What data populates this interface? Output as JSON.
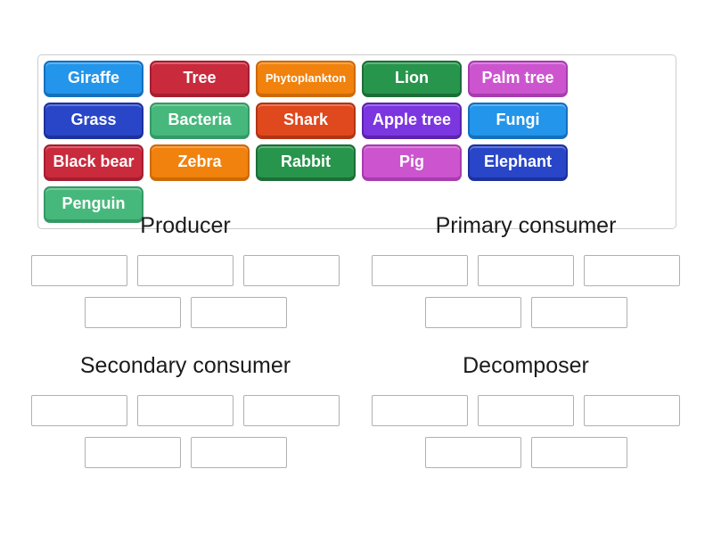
{
  "palette": {
    "blue": {
      "bg": "#2395EA",
      "border": "#1470BE"
    },
    "crimson": {
      "bg": "#C92A3C",
      "border": "#A51E30"
    },
    "orange": {
      "bg": "#F0820D",
      "border": "#CE6A06"
    },
    "green": {
      "bg": "#28954C",
      "border": "#1C6E38"
    },
    "orchid": {
      "bg": "#CC55CF",
      "border": "#A83BAE"
    },
    "royal_blue": {
      "bg": "#2946C8",
      "border": "#1C319E"
    },
    "sea_green": {
      "bg": "#47B87C",
      "border": "#349A65"
    },
    "red_orange": {
      "bg": "#E0481D",
      "border": "#B23413"
    },
    "purple": {
      "bg": "#7B36E0",
      "border": "#5C23AE"
    }
  },
  "ui": {
    "background": "#FFFFFF",
    "tray_border": "#CCCCCC",
    "slot_border": "#B0B0B0",
    "header_text": "#1B1B1B",
    "tile_text": "#FFFFFF"
  },
  "tray": {
    "tiles": [
      {
        "label": "Giraffe",
        "color": "blue"
      },
      {
        "label": "Tree",
        "color": "crimson"
      },
      {
        "label": "Phytoplankton",
        "color": "orange"
      },
      {
        "label": "Lion",
        "color": "green"
      },
      {
        "label": "Palm tree",
        "color": "orchid"
      },
      {
        "label": "Grass",
        "color": "royal_blue"
      },
      {
        "label": "Bacteria",
        "color": "sea_green"
      },
      {
        "label": "Shark",
        "color": "red_orange"
      },
      {
        "label": "Apple tree",
        "color": "purple"
      },
      {
        "label": "Fungi",
        "color": "blue"
      },
      {
        "label": "Black bear",
        "color": "crimson"
      },
      {
        "label": "Zebra",
        "color": "orange"
      },
      {
        "label": "Rabbit",
        "color": "green"
      },
      {
        "label": "Pig",
        "color": "orchid"
      },
      {
        "label": "Elephant",
        "color": "royal_blue"
      },
      {
        "label": "Penguin",
        "color": "sea_green"
      }
    ]
  },
  "groups": [
    {
      "title": "Producer",
      "slot_rows": [
        3,
        2
      ]
    },
    {
      "title": "Primary consumer",
      "slot_rows": [
        3,
        2
      ]
    },
    {
      "title": "Secondary consumer",
      "slot_rows": [
        3,
        2
      ]
    },
    {
      "title": "Decomposer",
      "slot_rows": [
        3,
        2
      ]
    }
  ]
}
